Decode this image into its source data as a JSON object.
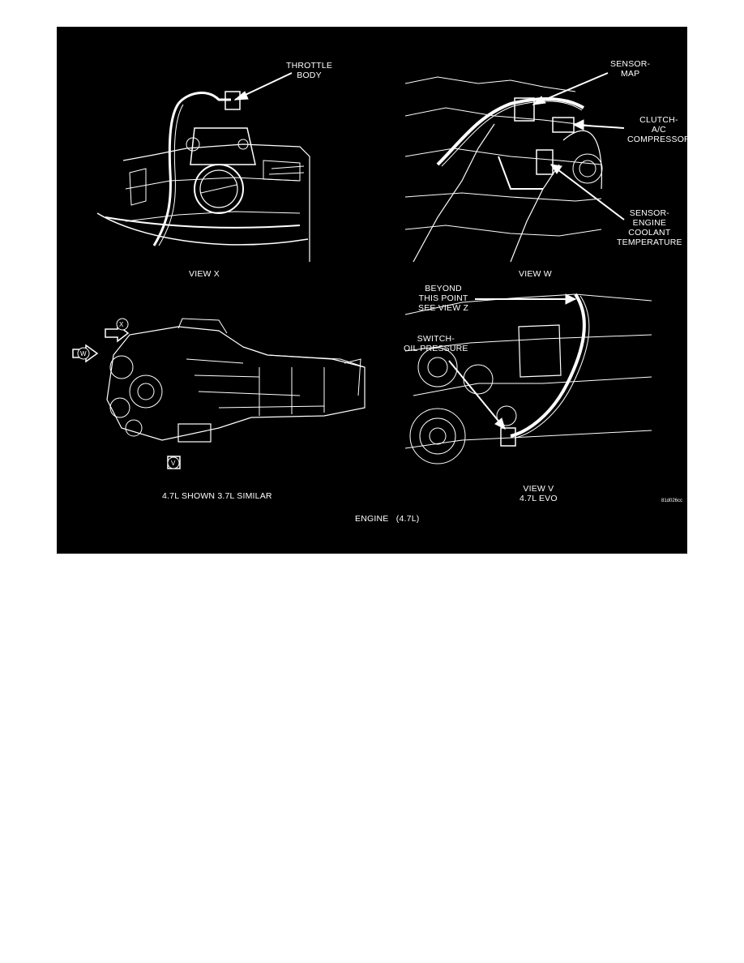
{
  "figure": {
    "caption": "ENGINE   (4.7L)",
    "code": "81d026cc",
    "colors": {
      "background": "#000000",
      "lines": "#ffffff"
    }
  },
  "views": {
    "x": {
      "title": "VIEW X",
      "callouts": {
        "throttle_body": [
          "THROTTLE",
          "BODY"
        ]
      }
    },
    "w": {
      "title": "VIEW W",
      "callouts": {
        "sensor_map": [
          "SENSOR-",
          "MAP"
        ],
        "clutch_ac": [
          "CLUTCH-",
          "A/C",
          "COMPRESSOR"
        ],
        "sensor_ect": [
          "SENSOR-",
          "ENGINE",
          "COOLANT",
          "TEMPERATURE"
        ]
      }
    },
    "v": {
      "title": [
        "VIEW V",
        "4.7L EVO"
      ],
      "callouts": {
        "beyond": [
          "BEYOND",
          "THIS POINT",
          "SEE VIEW Z"
        ],
        "switch_oil": [
          "SWITCH-",
          "OIL PRESSURE"
        ]
      }
    },
    "overview": {
      "caption": "4.7L SHOWN 3.7L SIMILAR",
      "markers": [
        "X",
        "W",
        "V"
      ]
    }
  }
}
